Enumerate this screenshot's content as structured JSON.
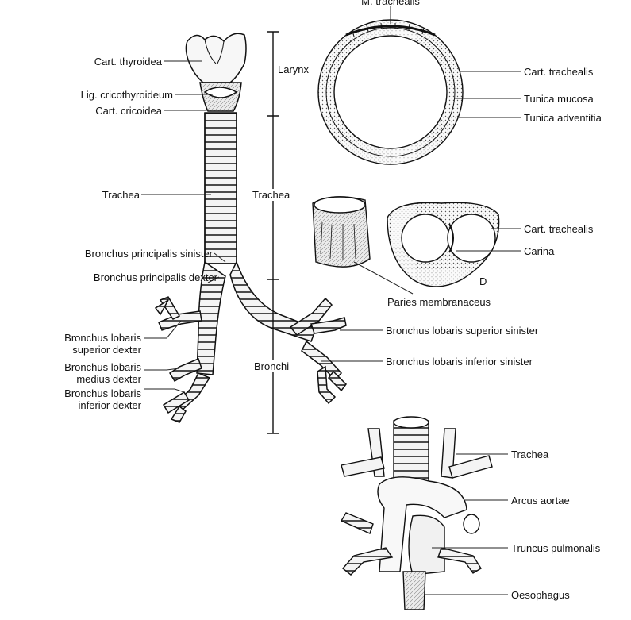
{
  "labels": {
    "m_trachealis": "M. trachealis",
    "cart_thyroidea": "Cart. thyroidea",
    "lig_cricothyroideum": "Lig. cricothyroideum",
    "cart_cricoidea": "Cart. cricoidea",
    "trachea_left": "Trachea",
    "bronchus_principalis_sinister": "Bronchus principalis sinister",
    "bronchus_principalis_dexter": "Bronchus principalis dexter",
    "bronchus_lobaris_superior_dexter": [
      "Bronchus lobaris",
      "superior dexter"
    ],
    "bronchus_lobaris_medius_dexter": [
      "Bronchus lobaris",
      "medius dexter"
    ],
    "bronchus_lobaris_inferior_dexter": [
      "Bronchus lobaris",
      "inferior dexter"
    ],
    "region_larynx": "Larynx",
    "region_trachea": "Trachea",
    "region_bronchi": "Bronchi",
    "cart_trachealis_top": "Cart. trachealis",
    "tunica_mucosa": "Tunica mucosa",
    "tunica_adventitia": "Tunica adventitia",
    "cart_trachealis_mid": "Cart. trachealis",
    "carina": "Carina",
    "paries_membranaceus": "Paries membranaceus",
    "marker_d": "D",
    "bronchus_lobaris_superior_sinister": "Bronchus lobaris superior sinister",
    "bronchus_lobaris_inferior_sinister": "Bronchus lobaris inferior sinister",
    "trachea_bottom": "Trachea",
    "arcus_aortae": "Arcus aortae",
    "truncus_pulmonalis": "Truncus pulmonalis",
    "oesophagus": "Oesophagus"
  }
}
